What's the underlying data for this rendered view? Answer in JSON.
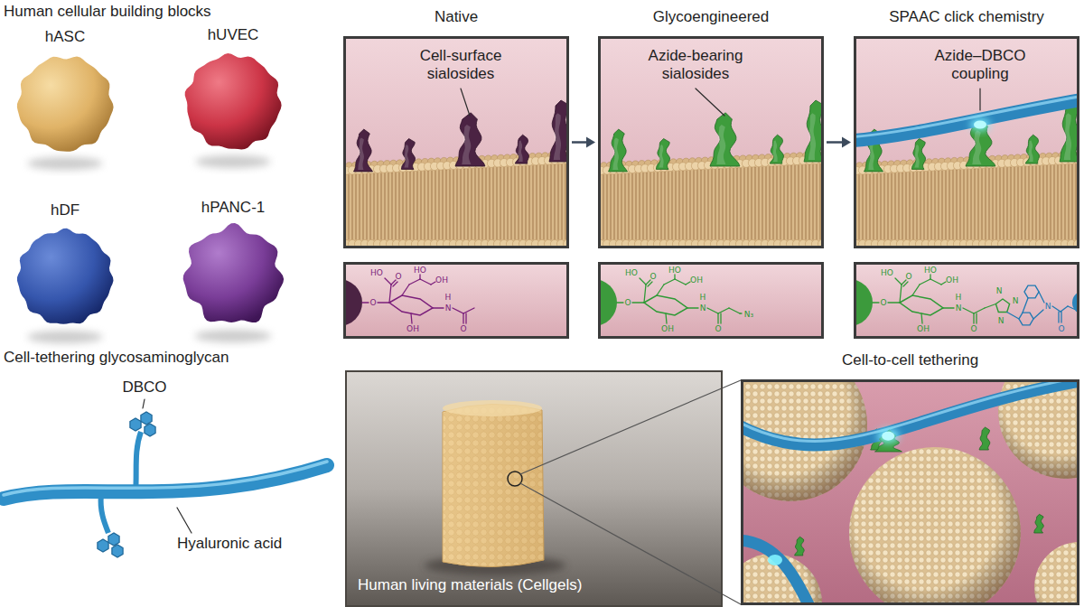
{
  "diagram": {
    "nodes": [
      {
        "text": [
          "hASC"
        ]
      },
      {
        "text": [
          "hUVEC"
        ]
      },
      {
        "text": [
          "hDF"
        ]
      },
      {
        "text": [
          "hPANC-1"
        ]
      },
      {
        "text": [
          "Native",
          "Cell-surface sialosides"
        ]
      },
      {
        "text": [
          "Glycoengineered",
          "Azide-bearing sialosides"
        ]
      },
      {
        "text": [
          "SPAAC click chemistry",
          "Azide–DBCO coupling"
        ]
      },
      {
        "text": [
          "O",
          "HO",
          "O",
          "HO",
          "OH",
          "OH",
          "H",
          "N",
          "O"
        ]
      },
      {
        "text": [
          "O",
          "HO",
          "O",
          "HO",
          "OH",
          "OH",
          "H",
          "N",
          "O",
          "N₃"
        ]
      },
      {
        "text": [
          "O",
          "HO",
          "O",
          "HO",
          "OH",
          "OH",
          "H",
          "N",
          "O",
          "N",
          "N",
          "N",
          "N",
          "O"
        ]
      },
      {
        "text": [
          "Human living materials (Cellgels)"
        ]
      },
      {
        "text": [
          "Cell-to-cell tethering"
        ]
      }
    ],
    "edges": [
      {
        "from": 4,
        "to": 5,
        "arrow": "to"
      },
      {
        "from": 5,
        "to": 6,
        "arrow": "to"
      }
    ],
    "labels": [
      "Human cellular building blocks",
      "Cell-tethering glycosaminoglycan",
      "DBCO",
      "Hyaluronic acid"
    ]
  }
}
